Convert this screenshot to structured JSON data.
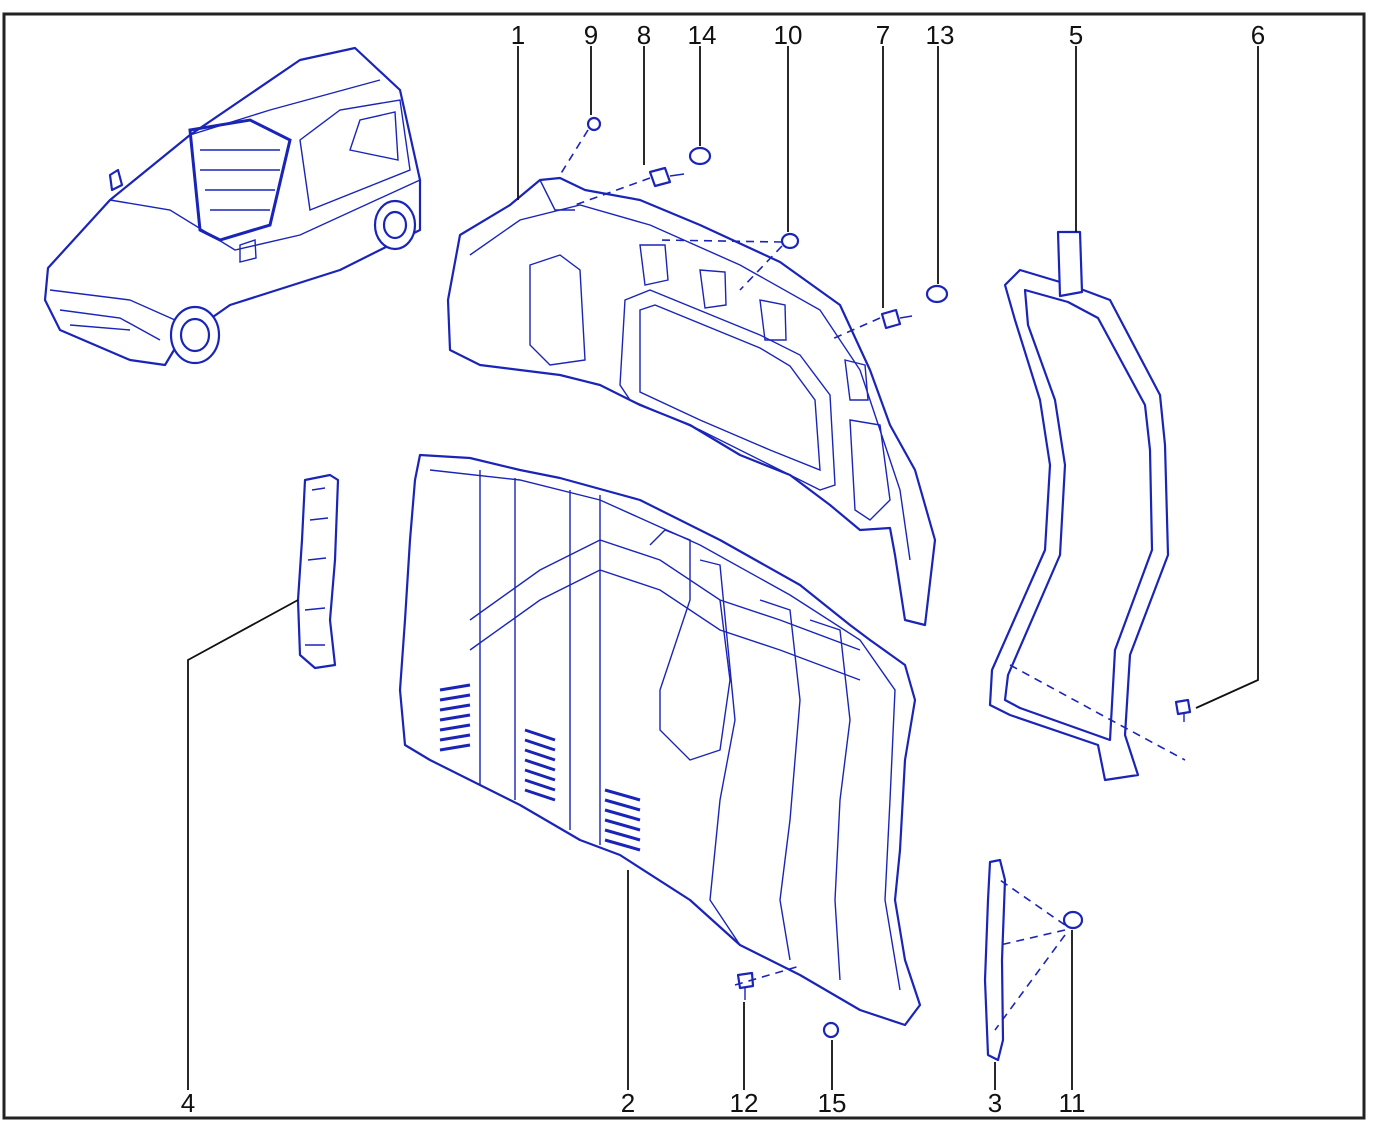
{
  "diagram": {
    "callouts": [
      "1",
      "9",
      "8",
      "14",
      "10",
      "7",
      "13",
      "5",
      "6",
      "4",
      "2",
      "12",
      "15",
      "3",
      "11"
    ],
    "colors": {
      "line": "#1a25b8",
      "text": "#111111",
      "frame": "#222222"
    }
  }
}
